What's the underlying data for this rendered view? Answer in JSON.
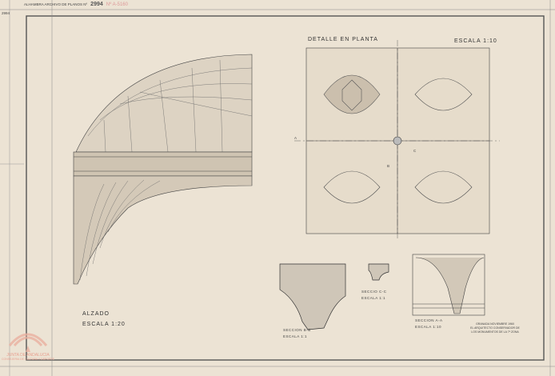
{
  "header": {
    "archive_label": "ALHAMBRA ARCHIVO DE PLANOS Nº",
    "plan_number": "2994",
    "red_number": "Nº A-5160",
    "corner_mark": "2994"
  },
  "views": {
    "elevation": {
      "title": "ALZADO",
      "scale": "ESCALA 1:20"
    },
    "plan": {
      "title": "DETALLE EN PLANTA",
      "scale": "ESCALA 1:10",
      "marker_a": "A",
      "marker_b": "B",
      "marker_c": "C"
    },
    "section_bb": {
      "title": "SECCION B-B",
      "scale": "ESCALA 1:1"
    },
    "section_cc": {
      "title": "SECCIO C-C",
      "scale": "ESCALA 1:1"
    },
    "section_aa": {
      "title": "SECCION A-A",
      "scale": "ESCALA 1:10"
    }
  },
  "signature": {
    "line1": "GRANADA NOVIEMBRE 1960",
    "line2": "EL ARQUITECTO CONSERVADOR DE",
    "line3": "LOS MONUMENTOS DE LA 7ª ZONA"
  },
  "watermark": {
    "line1": "JUNTA DE ANDALUCIA",
    "line2": "CONSEJERIA DE CULTURA Y DEPORTE"
  },
  "colors": {
    "paper": "#ece3d4",
    "ink": "#333333",
    "watermark": "#e8a090"
  }
}
